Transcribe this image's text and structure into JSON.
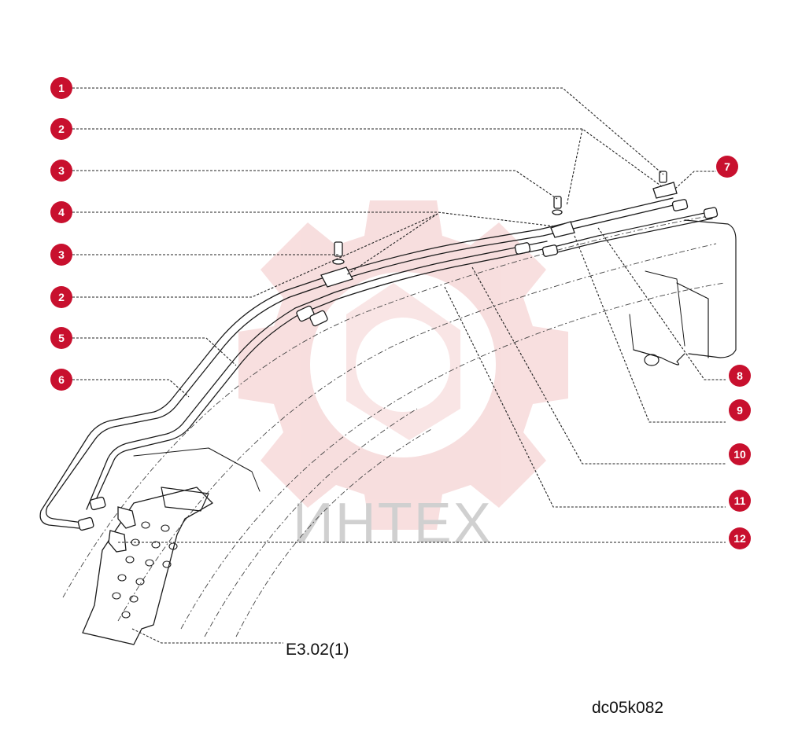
{
  "callouts": [
    {
      "id": "1",
      "label": "1"
    },
    {
      "id": "2a",
      "label": "2"
    },
    {
      "id": "3a",
      "label": "3"
    },
    {
      "id": "4",
      "label": "4"
    },
    {
      "id": "3b",
      "label": "3"
    },
    {
      "id": "2b",
      "label": "2"
    },
    {
      "id": "5",
      "label": "5"
    },
    {
      "id": "6",
      "label": "6"
    },
    {
      "id": "7",
      "label": "7"
    },
    {
      "id": "8",
      "label": "8"
    },
    {
      "id": "9",
      "label": "9"
    },
    {
      "id": "10",
      "label": "10"
    },
    {
      "id": "11",
      "label": "11"
    },
    {
      "id": "12",
      "label": "12"
    }
  ],
  "reference_label": "E3.02(1)",
  "drawing_code": "dc05k082",
  "watermark": "ИНТЕХ",
  "colors": {
    "callout_fill": "#c8102e",
    "watermark": "#f2c4c4",
    "ink": "#1a1a1a"
  }
}
